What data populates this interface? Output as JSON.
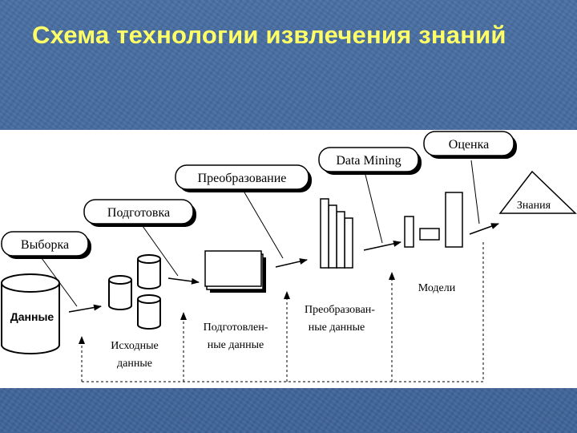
{
  "slide": {
    "title": "Схема технологии извлечения знаний"
  },
  "diagram": {
    "stages": {
      "selection": "Выборка",
      "preparation": "Подготовка",
      "transformation": "Преобразование",
      "data_mining": "Data Mining",
      "evaluation": "Оценка"
    },
    "objects": {
      "data": "Данные",
      "knowledge": "Знания",
      "models": "Модели"
    },
    "captions": {
      "source_data": [
        "Исходные",
        "данные"
      ],
      "prepared_data": [
        "Подготовлен-",
        "ные данные"
      ],
      "transformed_data": [
        "Преобразован-",
        "ные данные"
      ]
    }
  }
}
